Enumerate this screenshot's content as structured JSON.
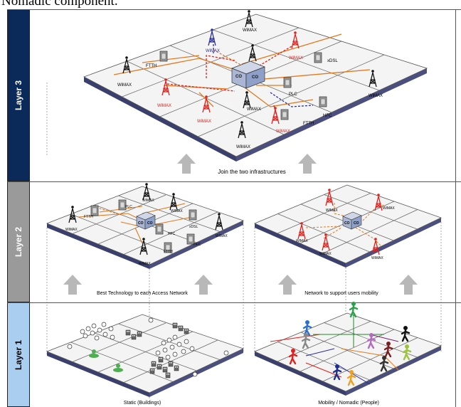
{
  "caption": "Nomadic component.",
  "layers": {
    "layer3": "Layer 3",
    "layer2": "Layer 2",
    "layer1": "Layer 1"
  },
  "colors": {
    "layer3": "#0b2a5a",
    "layer2": "#9a9a9a",
    "layer1": "#a9cef0",
    "tile_top": "#f4f4f4",
    "tile_side": "#3a3f6e",
    "fiber": "#e07a1f",
    "wimax_red": "#e0201c",
    "wimax_blue": "#2b2f9e",
    "arrow": "#b8b8b8"
  },
  "arrows_text": {
    "join": "Join the two infrastructures",
    "best": "Best Technology to each Access Network",
    "mobility": "Network to support users mobility"
  },
  "bottom_labels": {
    "static": "Static (Buildings)",
    "mobility": "Mobility / Nomadic (People)"
  },
  "top_grid_labels": {
    "wimax": "WiMAX",
    "ftth": "FTTH",
    "xdsl": "xDSL",
    "plc": "PLC",
    "hfc": "HFC",
    "co": "CO"
  },
  "icons": [
    "wimax-tower-icon",
    "cabinet-icon",
    "central-office-icon",
    "building-icon",
    "person-icon"
  ]
}
